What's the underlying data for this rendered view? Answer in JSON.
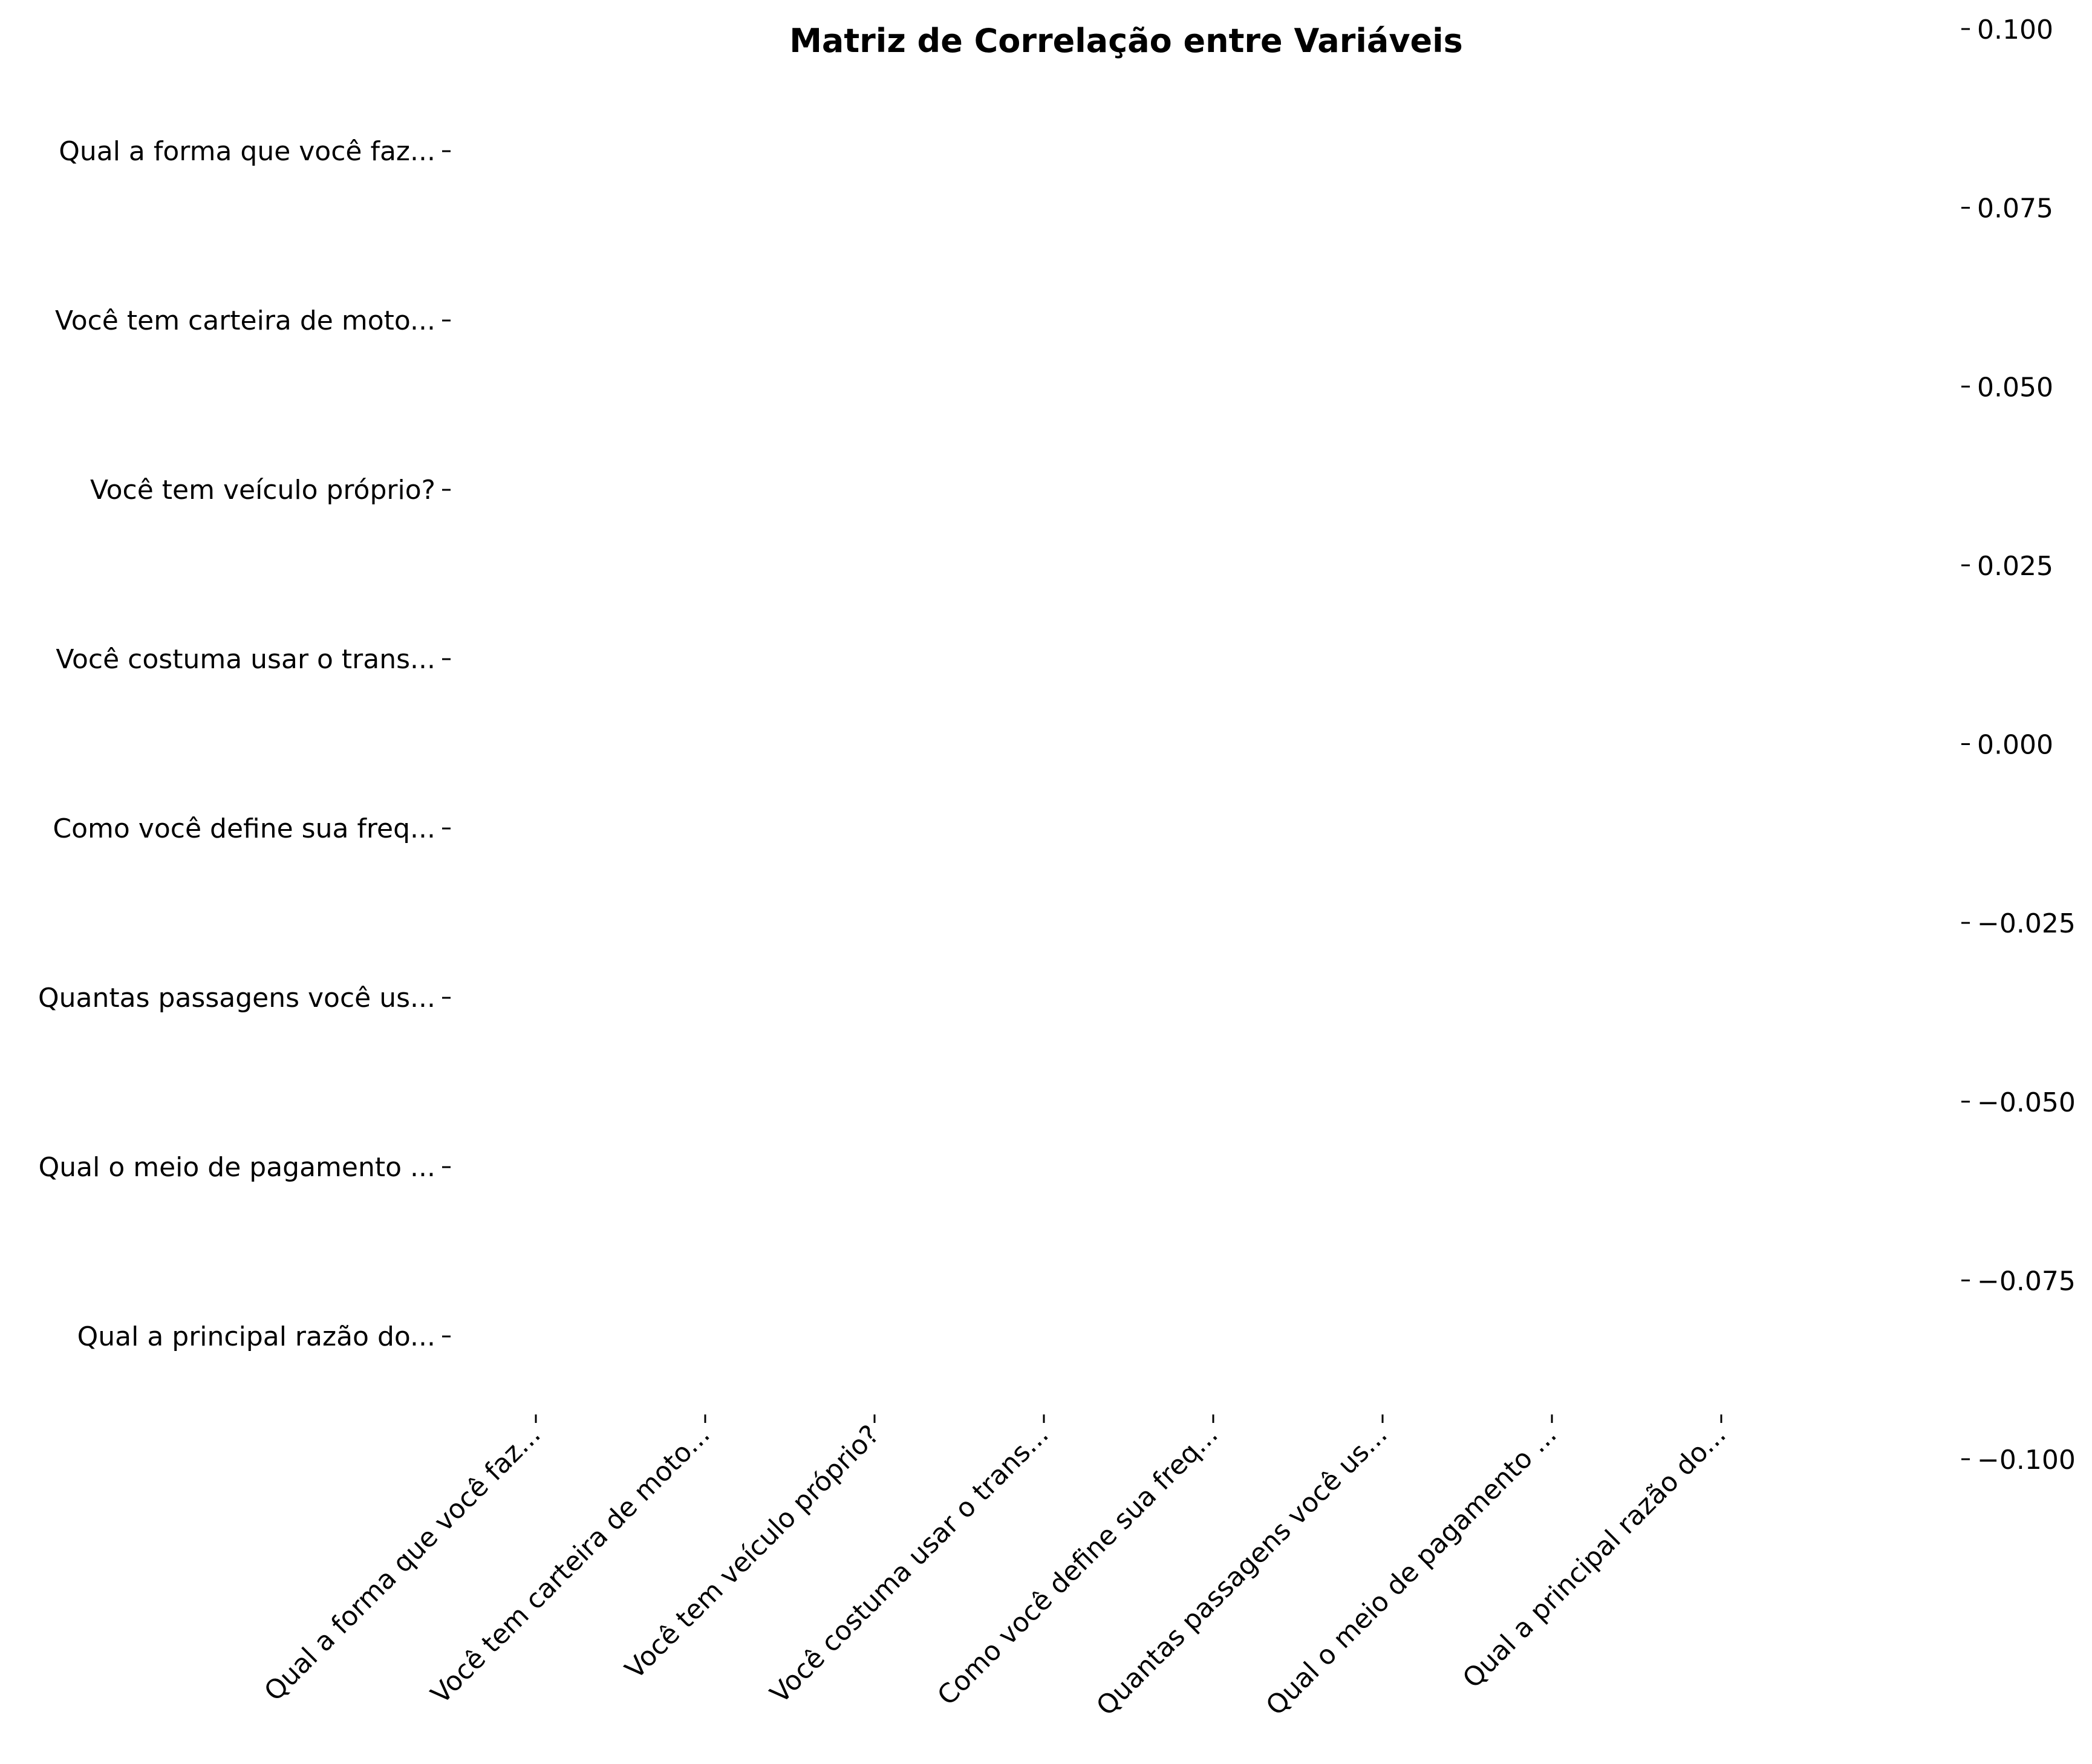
{
  "chart_data": {
    "type": "heatmap",
    "title": "Matriz de Correlação entre Variáveis",
    "xlabel": "",
    "ylabel": "",
    "row_labels": [
      "Qual a forma que você faz...",
      "Você tem carteira de moto...",
      "Você tem veículo próprio?",
      "Você costuma usar o trans...",
      "Como você define sua freq...",
      "Quantas passagens você us...",
      "Qual o meio de pagamento ...",
      "Qual a principal razão do..."
    ],
    "col_labels": [
      "Qual a forma que você faz...",
      "Você tem carteira de moto...",
      "Você tem veículo próprio?",
      "Você costuma usar o trans...",
      "Como você define sua freq...",
      "Quantas passagens você us...",
      "Qual o meio de pagamento ...",
      "Qual a principal razão do..."
    ],
    "values": [],
    "colorbar": {
      "range": [
        -0.1,
        0.1
      ],
      "tick_values": [
        0.1,
        0.075,
        0.05,
        0.025,
        0.0,
        -0.025,
        -0.05,
        -0.075,
        -0.1
      ],
      "tick_labels": [
        "0.100",
        "0.075",
        "0.050",
        "0.025",
        "0.000",
        "−0.025",
        "−0.050",
        "−0.075",
        "−0.100"
      ]
    },
    "grid": false,
    "legend": "none"
  }
}
